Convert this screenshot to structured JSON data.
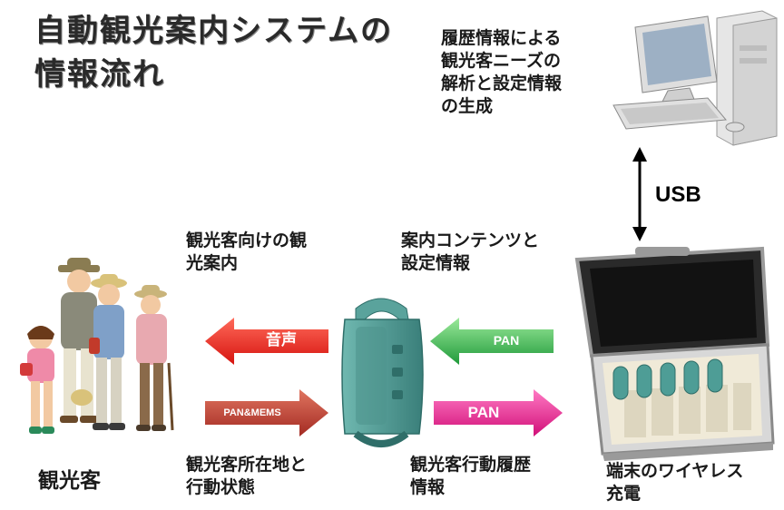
{
  "title": {
    "line1": "自動観光案内システムの",
    "line2": "情報流れ"
  },
  "pc_label": {
    "line1": "履歴情報による",
    "line2": "観光客ニーズの",
    "line3": "解析と設定情報",
    "line4": "の生成"
  },
  "usb_label": "USB",
  "tourist_label": "観光客",
  "guide_label": {
    "line1": "観光客向けの観",
    "line2": "光案内"
  },
  "content_label": {
    "line1": "案内コンテンツと",
    "line2": "設定情報"
  },
  "location_label": {
    "line1": "観光客所在地と",
    "line2": "行動状態"
  },
  "history_label": {
    "line1": "観光客行動履歴",
    "line2": "情報"
  },
  "charger_label": {
    "line1": "端末のワイヤレス",
    "line2": "充電"
  },
  "arrows": {
    "audio": "音声",
    "pan_in": "PAN",
    "pan_mems": "PAN&MEMS",
    "pan_out": "PAN"
  },
  "colors": {
    "red": "#e8241e",
    "green": "#2fb84a",
    "magenta": "#ec1c8c",
    "dark_red": "#b8322a",
    "device": "#4a9a94"
  }
}
